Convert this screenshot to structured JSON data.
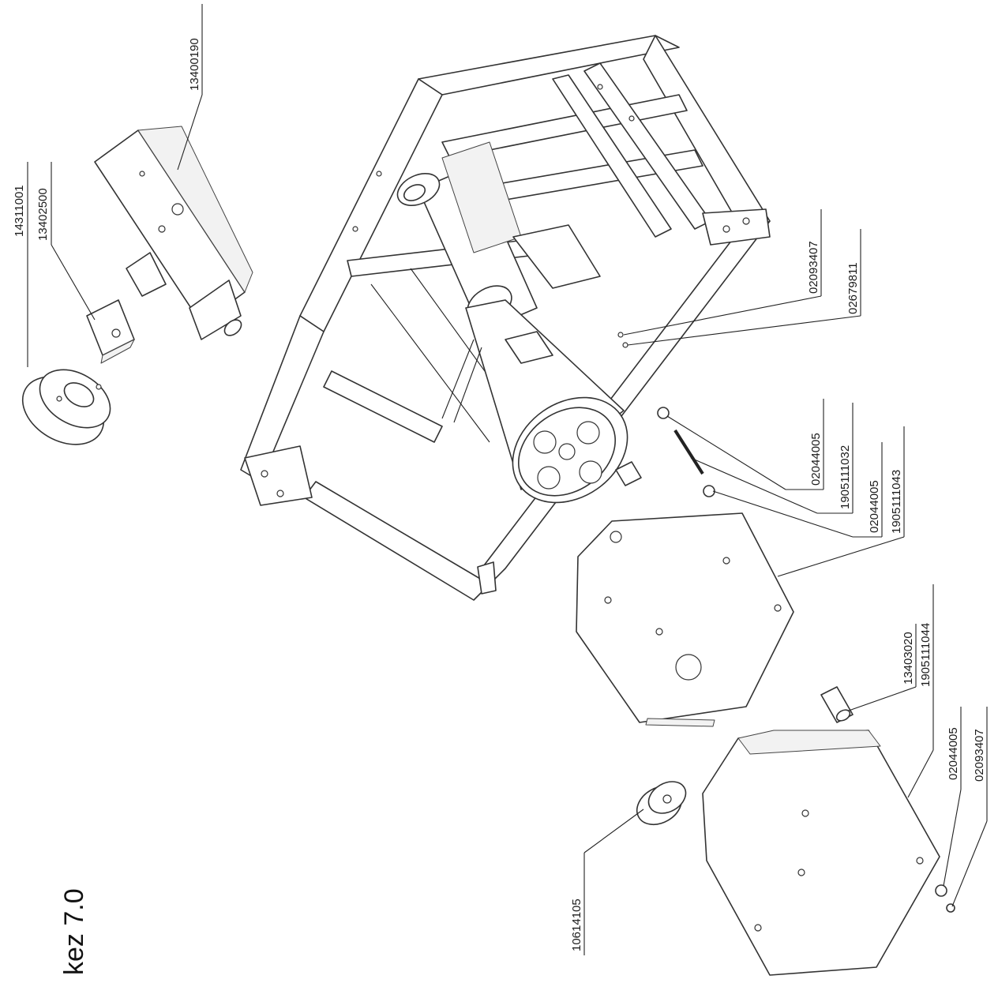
{
  "title": "kez 7.0",
  "labels": {
    "p14311001": "14311001",
    "p13402500": "13402500",
    "p13400190": "13400190",
    "p02093407a": "02093407",
    "p02679811": "02679811",
    "p02044005a": "02044005",
    "p1905111032": "1905111032",
    "p02044005b": "02044005",
    "p1905111043": "1905111043",
    "p13403020": "13403020",
    "p1905111044": "1905111044",
    "p02044005c": "02044005",
    "p02093407b": "02093407",
    "p10614105": "10614105"
  }
}
